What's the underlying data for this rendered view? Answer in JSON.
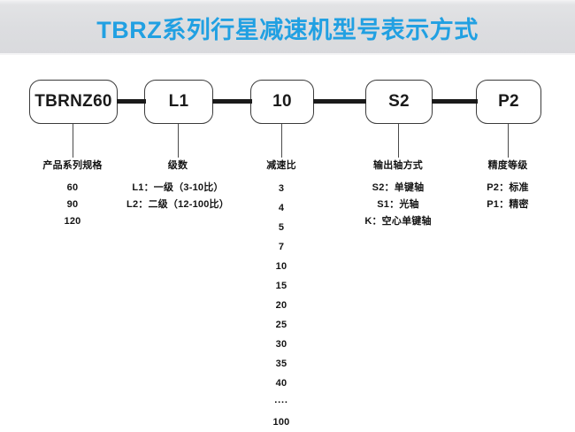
{
  "header": {
    "title": "TBRZ系列行星减速机型号表示方式",
    "title_color": "#21a0e2",
    "band_color": "#dcdde0"
  },
  "diagram": {
    "type": "model-code-breakdown",
    "nodes": [
      {
        "id": "series",
        "label": "TBRNZ60"
      },
      {
        "id": "stages",
        "label": "L1"
      },
      {
        "id": "ratio",
        "label": "10"
      },
      {
        "id": "shaft",
        "label": "S2"
      },
      {
        "id": "precision",
        "label": "P2"
      }
    ],
    "columns": [
      {
        "id": "series",
        "header": "产品系列规格",
        "items": [
          "60",
          "90",
          "120"
        ]
      },
      {
        "id": "stages",
        "header": "级数",
        "items": [
          "L1：一级（3-10比）",
          "L2：二级（12-100比）"
        ]
      },
      {
        "id": "ratio",
        "header": "减速比",
        "items": [
          "3",
          "4",
          "5",
          "7",
          "10",
          "15",
          "20",
          "25",
          "30",
          "35",
          "40",
          "····",
          "100"
        ]
      },
      {
        "id": "shaft",
        "header": "输出轴方式",
        "items": [
          "S2：单键轴",
          "S1：光轴",
          "K：空心单键轴"
        ]
      },
      {
        "id": "precision",
        "header": "精度等级",
        "items": [
          "P2：标准",
          "P1：精密"
        ]
      }
    ]
  }
}
